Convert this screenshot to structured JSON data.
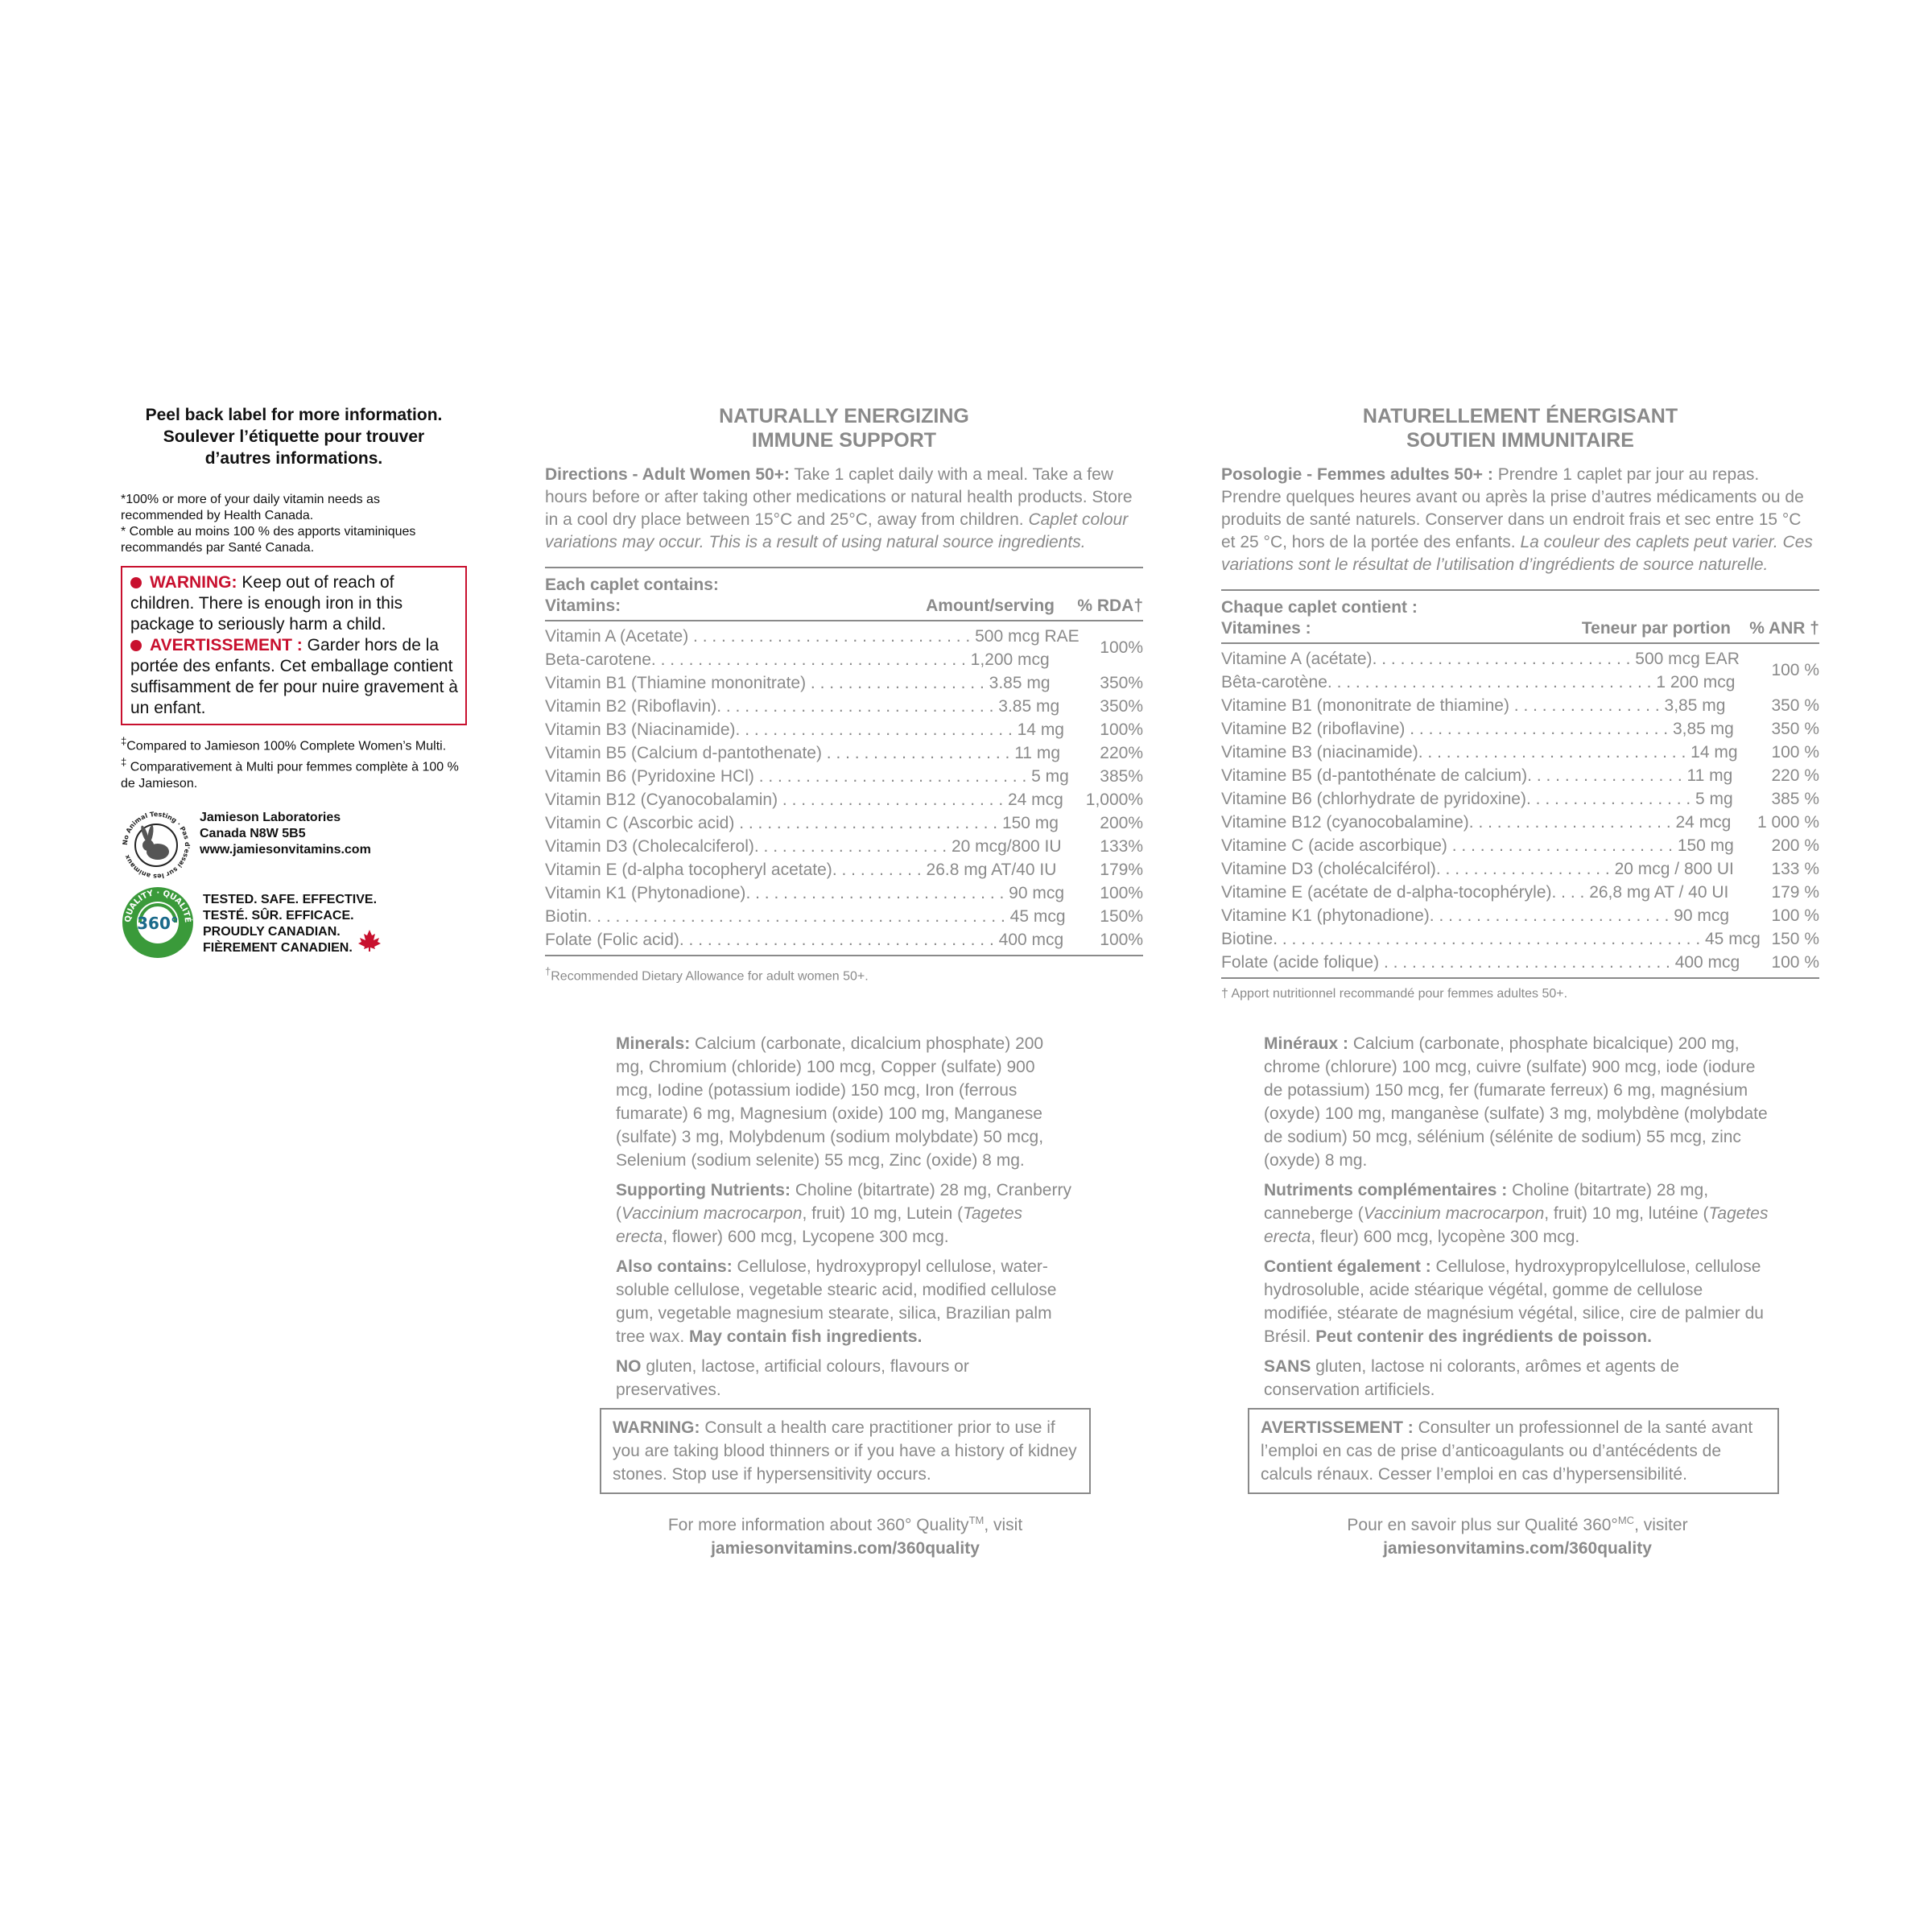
{
  "left": {
    "peel_en": "Peel back label for more information.",
    "peel_fr1": "Soulever l’étiquette pour trouver",
    "peel_fr2": "d’autres informations.",
    "note_en1": "*100% or more of your daily vitamin needs as",
    "note_en2": "recommended by Health Canada.",
    "note_fr1": "* Comble au moins 100 % des apports vitaminiques",
    "note_fr2": "recommandés par Santé Canada.",
    "warning_label": "WARNING:",
    "warning_text": "Keep out of reach of children. There is enough iron in this package to seriously harm a child.",
    "avert_label": "AVERTISSEMENT :",
    "avert_text": "Garder hors de la portée des enfants. Cet emballage contient suffisamment de fer pour nuire gravement à un enfant.",
    "compare_en": "Compared to Jamieson 100% Complete Women’s Multi.",
    "compare_fr": "Comparativement à Multi pour femmes complète à 100 % de Jamieson.",
    "dagger": "‡",
    "company1": "Jamieson Laboratories",
    "company2": "Canada  N8W 5B5",
    "company3": "www.jamiesonvitamins.com",
    "bunny_text": "No Animal Testing · Pas d'essai sur les animaux",
    "quality_text": "QUALITY · QUALITÉ",
    "quality_num": "360°",
    "tested1": "TESTED. SAFE. EFFECTIVE.",
    "tested2": "TESTÉ. SÛR. EFFICACE.",
    "tested3": "PROUDLY CANADIAN.",
    "tested4": "FIÈREMENT CANADIEN.",
    "colors": {
      "red": "#c8102e",
      "green": "#3a9a3a"
    }
  },
  "en": {
    "title1": "NATURALLY ENERGIZING",
    "title2": "IMMUNE SUPPORT",
    "directions_label": "Directions - Adult Women 50+:",
    "directions_text": " Take 1 caplet daily with a meal. Take a few hours before or after taking other medications or natural health products. Store in a cool dry place between 15°C and 25°C, away from children. ",
    "directions_italic": "Caplet colour variations may occur. This is a result of using natural source ingredients.",
    "each": "Each caplet contains:",
    "vitamins": "Vitamins:",
    "amount_head": "Amount/serving",
    "pct_head": "% RDA†",
    "rows": [
      {
        "name": "Vitamin A (Acetate)",
        "dots": " . . . . . . . . . . . . . . . . . . . . . . . . . . . . . .  ",
        "amount": "500 mcg RAE"
      },
      {
        "name": "Beta-carotene",
        "dots": ". . . . . . . . . . . . . . . . . . . . . . . . . . . . . . . . . .  ",
        "amount": "1,200 mcg"
      },
      {
        "name": "Vitamin B1 (Thiamine mononitrate)",
        "dots": "  . . . . . . . . . . . . . . . . . . .  ",
        "amount": "3.85 mg",
        "pct": "350%"
      },
      {
        "name": "Vitamin B2 (Riboflavin)",
        "dots": ". . . . . . . . . . . . . . . . . . . . . . . . . . . . . .  ",
        "amount": "3.85 mg",
        "pct": "350%"
      },
      {
        "name": "Vitamin B3 (Niacinamide)",
        "dots": ". . . . . . . . . . . . . . . . . . . . . . . . . . . . . .  ",
        "amount": "14 mg",
        "pct": "100%"
      },
      {
        "name": "Vitamin B5 (Calcium d-pantothenate)",
        "dots": " . . . . . . . . . . . . . . . . . . . .  ",
        "amount": "11 mg",
        "pct": "220%"
      },
      {
        "name": "Vitamin B6 (Pyridoxine HCl)",
        "dots": " . . . . . . . . . . . . . . . . . . . . . . . . . . . . .  ",
        "amount": "5 mg",
        "pct": "385%"
      },
      {
        "name": "Vitamin B12 (Cyanocobalamin)",
        "dots": "  . . . . . . . . . . . . . . . . . . . . . . . .  ",
        "amount": "24 mcg",
        "pct": "1,000%"
      },
      {
        "name": "Vitamin C (Ascorbic acid)",
        "dots": "  . . . . . . . . . . . . . . . . . . . . . . . . . . . .  ",
        "amount": "150 mg",
        "pct": "200%"
      },
      {
        "name": "Vitamin D3 (Cholecalciferol)",
        "dots": ". . . . . . . . . . . . . . . . . . . . .  ",
        "amount": "20 mcg/800 IU",
        "pct": "133%"
      },
      {
        "name": "Vitamin E (d-alpha tocopheryl acetate)",
        "dots": ". . . . . . . . . .  ",
        "amount": "26.8 mg AT/40 IU",
        "pct": "179%"
      },
      {
        "name": "Vitamin K1 (Phytonadione)",
        "dots": ". . . . . . . . . . . . . . . . . . . . . . . . . . . .  ",
        "amount": "90 mcg",
        "pct": "100%"
      },
      {
        "name": "Biotin",
        "dots": ". . . . . . . . . . . . . . . . . . . . . . . . . . . . . . . . . . . . . . . . . . . . .  ",
        "amount": "45 mcg",
        "pct": "150%"
      },
      {
        "name": "Folate (Folic acid)",
        "dots": ". . . . . . . . . . . . . . . . . . . . . . . . . . . . . . . . . .  ",
        "amount": "400 mcg",
        "pct": "100%"
      }
    ],
    "combined_pct": "100%",
    "footnote": "Recommended Dietary Allowance for adult women 50+.",
    "dagger": "†",
    "minerals_label": "Minerals:",
    "minerals_text": " Calcium (carbonate, dicalcium phosphate) 200 mg, Chromium (chloride) 100 mcg, Copper (sulfate) 900 mcg, Iodine (potassium iodide) 150 mcg, Iron (ferrous fumarate) 6 mg, Magnesium (oxide) 100 mg, Manganese (sulfate) 3 mg, Molybdenum (sodium molybdate) 50 mcg, Selenium (sodium selenite) 55 mcg, Zinc (oxide) 8 mg.",
    "supp_label": "Supporting Nutrients:",
    "supp_a": " Choline (bitartrate) 28 mg, Cranberry (",
    "supp_i1": "Vaccinium macrocarpon",
    "supp_b": ", fruit) 10 mg, Lutein (",
    "supp_i2": "Tagetes erecta",
    "supp_c": ", flower) 600 mcg, Lycopene 300 mcg.",
    "also_label": "Also contains:",
    "also_text": " Cellulose, hydroxypropyl cellulose, water-soluble cellulose, vegetable stearic acid, modified cellulose gum, vegetable magnesium stearate, silica, Brazilian palm tree wax. ",
    "fish": "May contain fish ingredients.",
    "no_label": "NO",
    "no_text": " gluten, lactose, artificial colours, flavours or preservatives.",
    "warn_label": "WARNING:",
    "warn_text": " Consult a health care practitioner prior to use if you are taking blood thinners or if you have a history of kidney stones. Stop use if hypersensitivity occurs.",
    "info_text": "For more information about 360° Quality",
    "info_tm": "TM",
    "info_visit": ", visit",
    "info_url": "jamiesonvitamins.com/360quality"
  },
  "fr": {
    "title1": "NATURELLEMENT ÉNERGISANT",
    "title2": "SOUTIEN IMMUNITAIRE",
    "directions_label": "Posologie - Femmes adultes 50+ :",
    "directions_text": " Prendre 1 caplet par jour au repas. Prendre quelques heures avant ou après la prise d’autres médicaments ou de produits de santé naturels. Conserver dans un endroit frais et sec entre 15 °C et 25 °C, hors de la portée des enfants. ",
    "directions_italic": "La couleur des caplets peut varier. Ces variations sont le résultat de l’utilisation d’ingrédients de source naturelle.",
    "each": "Chaque caplet contient :",
    "vitamins": "Vitamines :",
    "amount_head": "Teneur par portion",
    "pct_head": "% ANR †",
    "rows": [
      {
        "name": "Vitamine A (acétate)",
        "dots": ". . . . . . . . . . . . . . . . . . . . . . . . . . . .  ",
        "amount": "500 mcg EAR"
      },
      {
        "name": "Bêta-carotène",
        "dots": ". . . . . . . . . . . . . . . . . . . . . . . . . . . . . . . . . . .  ",
        "amount": "1 200 mcg"
      },
      {
        "name": "Vitamine B1 (mononitrate de thiamine)",
        "dots": "  . . . . . . . . . . . . . . . .  ",
        "amount": "3,85 mg",
        "pct": "350 %"
      },
      {
        "name": "Vitamine B2 (riboflavine)",
        "dots": " . . . . . . . . . . . . . . . . . . . . . . . . . . . .  ",
        "amount": "3,85 mg",
        "pct": "350 %"
      },
      {
        "name": "Vitamine B3 (niacinamide)",
        "dots": ". . . . . . . . . . . . . . . . . . . . . . . . . . . . .  ",
        "amount": "14 mg",
        "pct": "100 %"
      },
      {
        "name": "Vitamine B5 (d-pantothénate de calcium)",
        "dots": ". . . . . . . . . . . . . . . . .  ",
        "amount": "11 mg",
        "pct": "220 %"
      },
      {
        "name": "Vitamine B6 (chlorhydrate de pyridoxine)",
        "dots": ". . . . . . . . . . . . . . . . . .  ",
        "amount": "5 mg",
        "pct": "385 %"
      },
      {
        "name": "Vitamine B12 (cyanocobalamine)",
        "dots": ". . . . . . . . . . . . . . . . . . . . . .  ",
        "amount": "24 mcg",
        "pct": "1 000 %"
      },
      {
        "name": "Vitamine C (acide ascorbique)",
        "dots": "  . . . . . . . . . . . . . . . . . . . . . . . .  ",
        "amount": "150 mg",
        "pct": "200 %"
      },
      {
        "name": "Vitamine D3 (cholécalciférol)",
        "dots": ". . . . . . . . . . . . . . . . . . .  ",
        "amount": "20 mcg / 800 UI",
        "pct": "133 %"
      },
      {
        "name": "Vitamine E (acétate de d-alpha-tocophéryle)",
        "dots": ". . . .  ",
        "amount": "26,8 mg AT / 40 UI",
        "pct": "179 %"
      },
      {
        "name": "Vitamine K1 (phytonadione)",
        "dots": ". . . . . . . . . . . . . . . . . . . . . . . . . .  ",
        "amount": "90 mcg",
        "pct": "100 %"
      },
      {
        "name": "Biotine",
        "dots": ". . . . . . . . . . . . . . . . . . . . . . . . . . . . . . . . . . . . . . . . . . . . . .  ",
        "amount": "45 mcg",
        "pct": "150 %"
      },
      {
        "name": "Folate (acide folique)",
        "dots": " . . . . . . . . . . . . . . . . . . . . . . . . . . . . . . .  ",
        "amount": "400 mcg",
        "pct": "100 %"
      }
    ],
    "combined_pct": "100 %",
    "footnote": " Apport nutritionnel recommandé pour femmes adultes 50+.",
    "dagger": "†",
    "minerals_label": "Minéraux :",
    "minerals_text": " Calcium (carbonate, phosphate bicalcique) 200 mg, chrome (chlorure) 100 mcg, cuivre (sulfate) 900 mcg, iode (iodure de potassium) 150 mcg, fer (fumarate ferreux) 6 mg, magnésium (oxyde) 100 mg, manganèse (sulfate) 3 mg, molybdène (molybdate de sodium) 50 mcg, sélénium (sélénite de sodium) 55 mcg, zinc (oxyde) 8 mg.",
    "supp_label": "Nutriments complémentaires :",
    "supp_a": " Choline (bitartrate) 28 mg, canneberge (",
    "supp_i1": "Vaccinium macrocarpon",
    "supp_b": ", fruit) 10 mg, lutéine (",
    "supp_i2": "Tagetes erecta",
    "supp_c": ", fleur) 600 mcg, lycopène 300 mcg.",
    "also_label": "Contient également :",
    "also_text": " Cellulose, hydroxypropylcellulose, cellulose hydrosoluble, acide stéarique végétal, gomme de cellulose modifiée, stéarate de magnésium végétal, silice, cire de palmier du Brésil. ",
    "fish": "Peut contenir des ingrédients de poisson.",
    "no_label": "SANS",
    "no_text": " gluten, lactose ni colorants, arômes et agents de conservation artificiels.",
    "warn_label": "AVERTISSEMENT :",
    "warn_text": " Consulter un professionnel de la santé avant l’emploi en cas de prise d’anticoagulants ou d’antécédents de calculs rénaux. Cesser l’emploi en cas d’hypersensibilité.",
    "info_text": "Pour en savoir plus sur Qualité 360°",
    "info_tm": "MC",
    "info_visit": ", visiter",
    "info_url": "jamiesonvitamins.com/360quality"
  }
}
